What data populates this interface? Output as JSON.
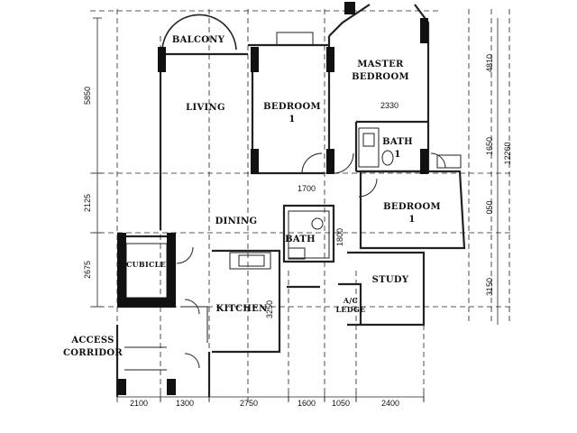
{
  "rooms": {
    "balcony": "BALCONY",
    "living": "LIVING",
    "bedroom1_a": "BEDROOM",
    "bedroom1_b": "1",
    "master_a": "MASTER",
    "master_b": "BEDROOM",
    "bath1_a": "BATH",
    "bath1_b": "1",
    "bedroom2_a": "BEDROOM",
    "bedroom2_b": "1",
    "dining": "DINING",
    "bath2": "BATH",
    "kitchen": "KITCHEN",
    "study": "STUDY",
    "ac_ledge_a": "A/C",
    "ac_ledge_b": "LEDGE",
    "cubicle": "CUBICLE",
    "access_a": "ACCESS",
    "access_b": "CORRIDOR"
  },
  "dimensions": {
    "left": [
      "5850",
      "2125",
      "2675"
    ],
    "bottom": [
      "2100",
      "1300",
      "2750",
      "1600",
      "1050",
      "2400"
    ],
    "right": [
      "4810",
      "1650",
      "12260",
      "050",
      "3150"
    ],
    "inner": [
      "2330",
      "1700",
      "1800",
      "3250"
    ]
  }
}
